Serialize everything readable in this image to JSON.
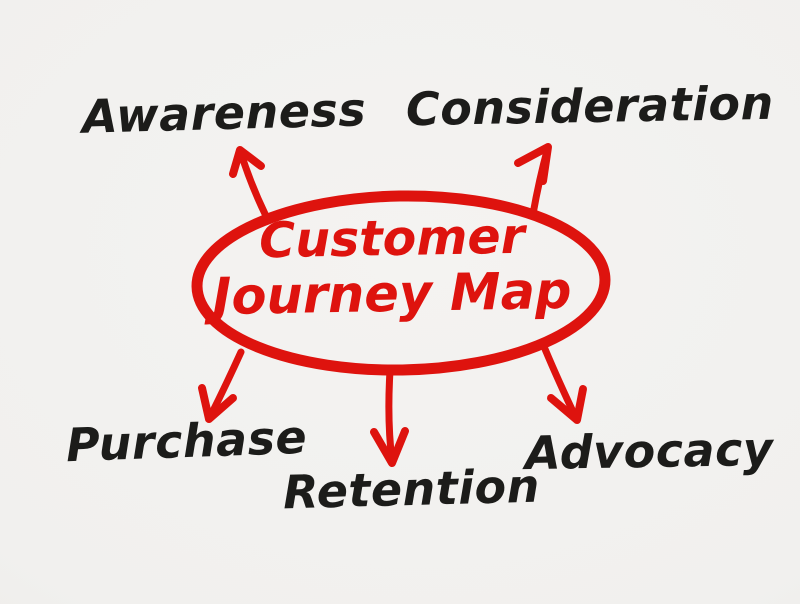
{
  "title": "Customer Journey Map",
  "colors": {
    "red": "#de130e",
    "ink": "#1c1c1a",
    "background": "#f0efec"
  },
  "center": {
    "line1": "Customer",
    "line2": "Journey Map"
  },
  "stages": [
    {
      "label": "Awareness",
      "position": "top-left"
    },
    {
      "label": "Consideration",
      "position": "top-right"
    },
    {
      "label": "Purchase",
      "position": "bottom-left"
    },
    {
      "label": "Retention",
      "position": "bottom-center"
    },
    {
      "label": "Advocacy",
      "position": "bottom-right"
    }
  ]
}
